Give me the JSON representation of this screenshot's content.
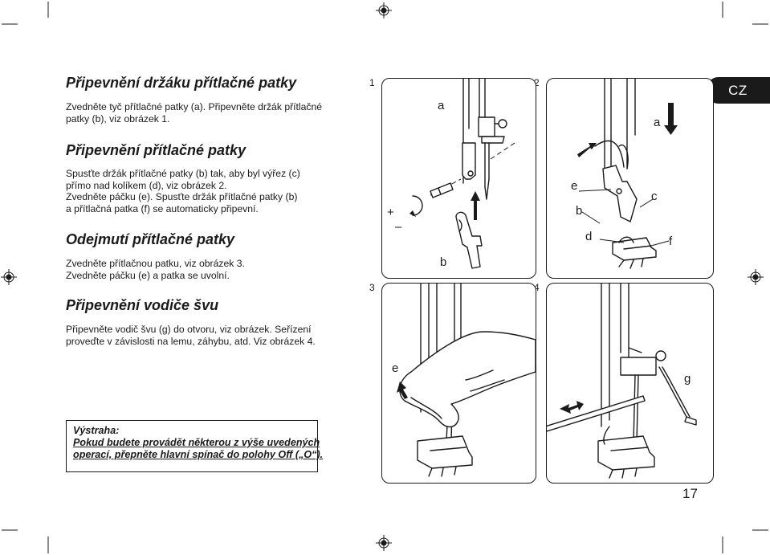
{
  "language_tab": "CZ",
  "page_number": "17",
  "sections": [
    {
      "heading": "Připevnění držáku přítlačné patky",
      "lines": [
        "Zvedněte tyč přítlačné patky (a). Připevněte držák přítlačné",
        "patky (b), viz obrázek 1."
      ]
    },
    {
      "heading": "Připevnění přítlačné patky",
      "lines": [
        "Spusťte držák přítlačné patky (b) tak, aby byl výřez (c)",
        "přímo nad kolíkem (d), viz obrázek 2.",
        "Zvedněte páčku (e). Spusťte držák přítlačné patky (b)",
        "a přítlačná patka (f) se automaticky připevní."
      ]
    },
    {
      "heading": "Odejmutí přítlačné patky",
      "lines": [
        "Zvedněte přítlačnou patku, viz obrázek 3.",
        "Zvedněte páčku (e) a patka se uvolní."
      ]
    },
    {
      "heading": "Připevnění vodiče švu",
      "lines": [
        "Připevněte vodič švu (g) do otvoru, viz obrázek. Seřízení",
        "proveďte v závislosti na lemu, záhybu, atd. Viz obrázek 4."
      ]
    }
  ],
  "warning": {
    "title": "Výstraha:",
    "lines": [
      "Pokud budete provádět některou z výše uvedených",
      "operací, přepněte hlavní spínač do polohy Off („O“)."
    ]
  },
  "figures": [
    {
      "number": "1",
      "labels": {
        "a": "a",
        "b": "b",
        "plus": "+",
        "minus": "–"
      }
    },
    {
      "number": "2",
      "labels": {
        "a": "a",
        "c": "c",
        "e": "e",
        "b": "b",
        "d": "d",
        "f": "f"
      }
    },
    {
      "number": "3",
      "labels": {
        "e": "e"
      }
    },
    {
      "number": "4",
      "labels": {
        "g": "g"
      }
    }
  ]
}
